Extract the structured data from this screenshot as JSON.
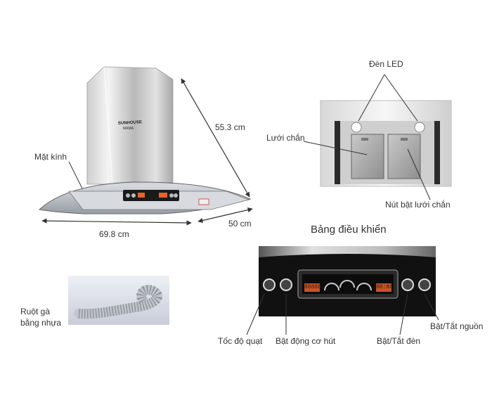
{
  "hood": {
    "brand": "SUNHOUSE",
    "model": "MAMA",
    "labels": {
      "glass": "Mặt kính",
      "height": "55.3 cm",
      "width": "69.8 cm",
      "depth": "50 cm"
    }
  },
  "underside": {
    "labels": {
      "led": "Đèn LED",
      "filter": "Lưới chắn",
      "filter_release": "Nút bật lưới chắn"
    }
  },
  "hose": {
    "label_line1": "Ruột gà",
    "label_line2": "bằng nhựa"
  },
  "control_panel": {
    "title": "Bảng điều khiển",
    "display_left": "88888",
    "display_right": "88:88",
    "labels": {
      "speed": "Tốc độ quạt",
      "motor": "Bật động cơ hút",
      "light": "Bật/Tắt đèn",
      "power": "Bật/Tắt nguồn"
    }
  },
  "colors": {
    "steel_light": "#e6e6e6",
    "steel_dark": "#9a9a9a",
    "panel_black": "#111111",
    "display_orange": "#e8622a",
    "line": "#333333"
  }
}
